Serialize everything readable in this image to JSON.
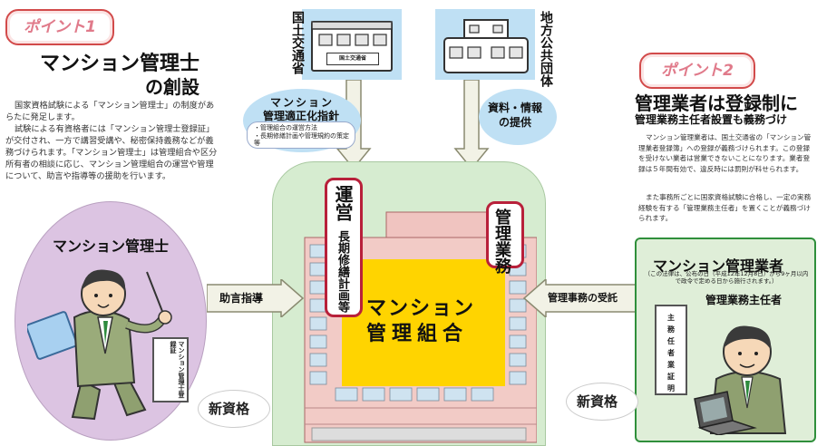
{
  "point1": {
    "tag": "ポイント1",
    "title_line1": "マンション管理士",
    "title_line2": "の創設",
    "paragraph1": "国家資格試験による「マンション管理士」の制度があらたに発足します。",
    "paragraph2": "試験による有資格者には「マンション管理士登録証」が交付され、一方で講習受講や、秘密保持義務などが義務づけられます。「マンション管理士」は管理組合や区分所有者の相談に応じ、マンション管理組合の運営や管理について、助言や指導等の援助を行います。"
  },
  "point2": {
    "tag": "ポイント2",
    "title": "管理業者は登録制に",
    "subtitle": "管理業務主任者設置も義務づけ",
    "paragraph1": "マンション管理業者は、国土交通省の「マンション管理業者登録簿」への登録が義務づけられます。この登録を受けない業者は営業できないことになります。業者登録は５年間有効で、違反時には罰則が科せられます。",
    "paragraph2": "また事務所ごとに国家資格試験に合格し、一定の実務経験を有する「管理業務主任者」を置くことが義務づけられます。"
  },
  "ministry": {
    "label": "国土交通省",
    "building_sign": "国土交通省"
  },
  "local_gov": {
    "label": "地方公共団体"
  },
  "guideline": {
    "title_line1": "マンション",
    "title_line2": "管理適正化指針",
    "item1": "・管理組合の運営方法",
    "item2": "・長期修繕計画や管理規約の策定　等"
  },
  "info_provision": {
    "line1": "資料・情報",
    "line2": "の提供"
  },
  "association": {
    "label_line1": "マンション",
    "label_line2": "管理組合",
    "operation_title": "運営",
    "operation_detail": "長期修繕計画等",
    "management_title": "管理業務"
  },
  "consultant": {
    "title": "マンション管理士",
    "certificate": "マンション管理士登録証",
    "new_qual": "新資格"
  },
  "arrows": {
    "advice": "助言指導",
    "outsourcing": "管理事務の受託"
  },
  "company": {
    "title": "マンション管理業者",
    "note": "（この法律は、公布の日（平成12年12月8日）から9ヶ月以内で政令で定める日から施行されます。）",
    "chief": "管理業務主任者",
    "certificate_lines": [
      "主",
      "務",
      "任",
      "者",
      "業",
      "証",
      "明"
    ],
    "new_qual": "新資格"
  },
  "colors": {
    "accent_red": "#b8203a",
    "tag_pink": "#e07a8a",
    "sky_blue": "#bfe0f4",
    "green_bg": "#d6ecd0",
    "company_green": "#2f8f3b",
    "purple": "#dcc4e2",
    "yellow": "#ffd400"
  }
}
